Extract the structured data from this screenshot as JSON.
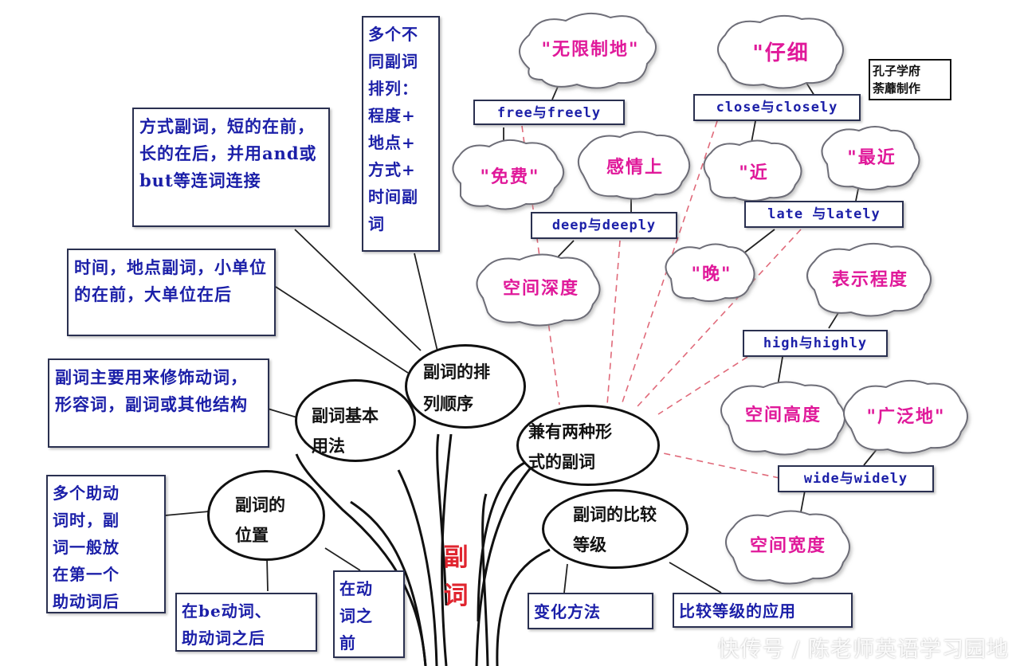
{
  "root": "副\n词",
  "credit": "孔子学府\n荼蘼制作",
  "watermark": "快传号 / 陈老师英语学习园地",
  "branches": {
    "usage": "副词基本\n用法",
    "order": "副词的排\n列顺序",
    "position": "副词的\n位置",
    "two_forms": "兼有两种形\n式的副词",
    "comparison": "副词的比较\n等级"
  },
  "notes": {
    "manner": "方式副词，短的在前，长的在后，并用and或but等连词连接",
    "time_place": "时间，地点副词，小单位的在前，大单位在后",
    "main_use": "副词主要用来修饰动词，形容词，副词或其他结构",
    "order_list": "多个不\n同副词\n排列：\n程度+\n地点+\n方式+\n时间副\n词",
    "aux_verbs": "多个助动\n词时，副\n词一般放\n在第一个\n助动词后",
    "after_be": "在be动词、\n助动词之后",
    "before_verb": "在动\n词之\n前",
    "change_method": "变化方法",
    "comparison_use": "比较等级的应用"
  },
  "pairs": {
    "free": "free与freely",
    "deep": "deep与deeply",
    "close": "close与closely",
    "late": "late 与lately",
    "high": "high与highly",
    "wide": "wide与widely"
  },
  "clouds": {
    "without_limit": "\"无限制地\"",
    "free_of_charge": "\"免费\"",
    "emotionally": "感情上",
    "space_depth": "空间深度",
    "carefully": "\"仔细",
    "near": "\"近",
    "recently": "\"最近",
    "late": "\"晚\"",
    "degree": "表示程度",
    "space_height": "空间高度",
    "widely": "\"广泛地\"",
    "space_width": "空间宽度"
  },
  "colors": {
    "box_text": "#1b1fa8",
    "cloud_text": "#e0199a",
    "root_text": "#e0252f",
    "dashed_connector": "#e06a7a",
    "tree_line": "#111111"
  }
}
